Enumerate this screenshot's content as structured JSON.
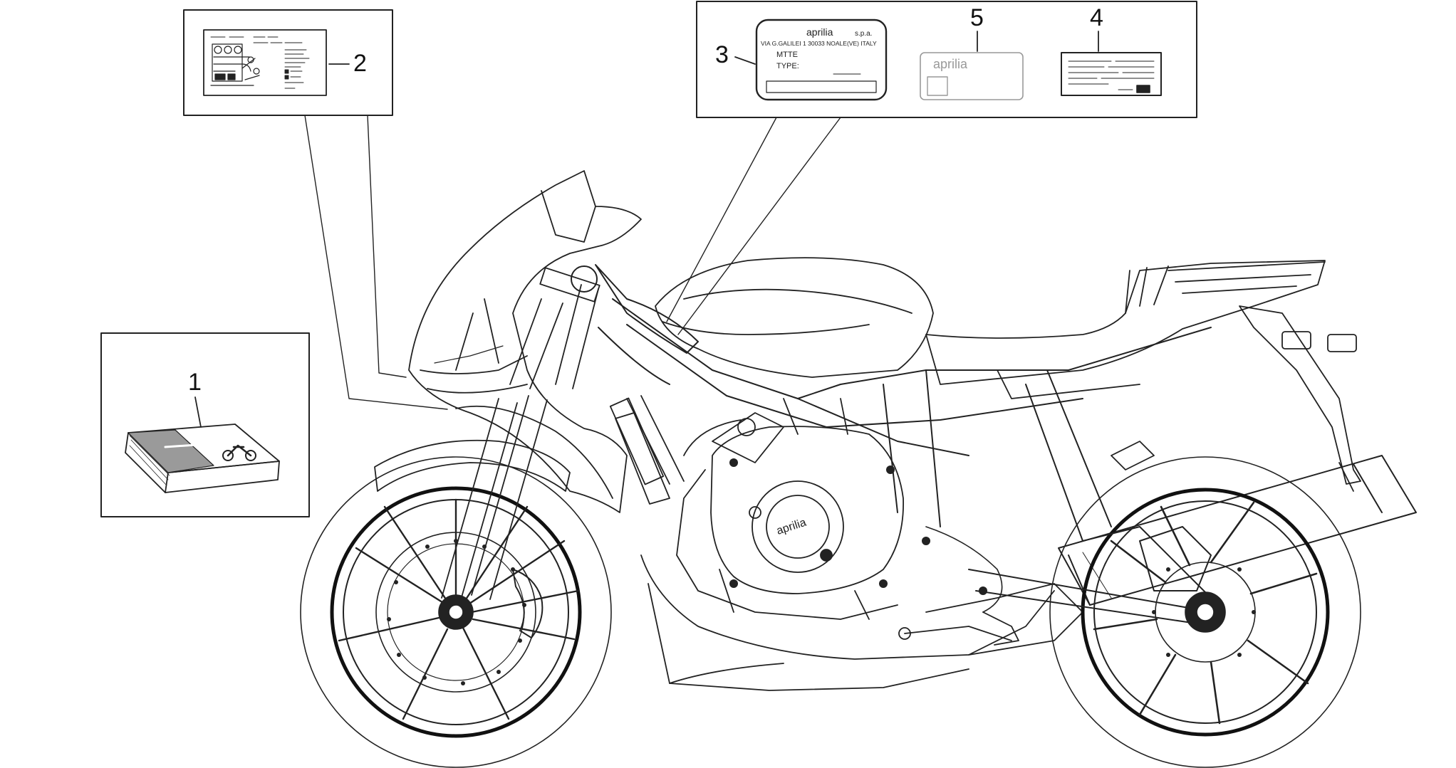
{
  "callouts": [
    {
      "id": "1",
      "number": "1",
      "part": "owner-manual"
    },
    {
      "id": "2",
      "number": "2",
      "part": "diagram-label"
    },
    {
      "id": "3",
      "number": "3",
      "part": "identification-plate"
    },
    {
      "id": "4",
      "number": "4",
      "part": "warning-label"
    },
    {
      "id": "5",
      "number": "5",
      "part": "aprilia-label"
    }
  ],
  "plate": {
    "brand": "aprilia",
    "suffix": "s.p.a.",
    "address": "VIA G.GALILEI 1 30033 NOALE(VE) ITALY",
    "mtte": "MTTE",
    "type": "TYPE:"
  },
  "label5": {
    "brand": "aprilia"
  },
  "engine": {
    "brand": "aprilia"
  },
  "colors": {
    "line": "#222222",
    "background": "#ffffff",
    "label_fill": "#f4f4f4"
  }
}
